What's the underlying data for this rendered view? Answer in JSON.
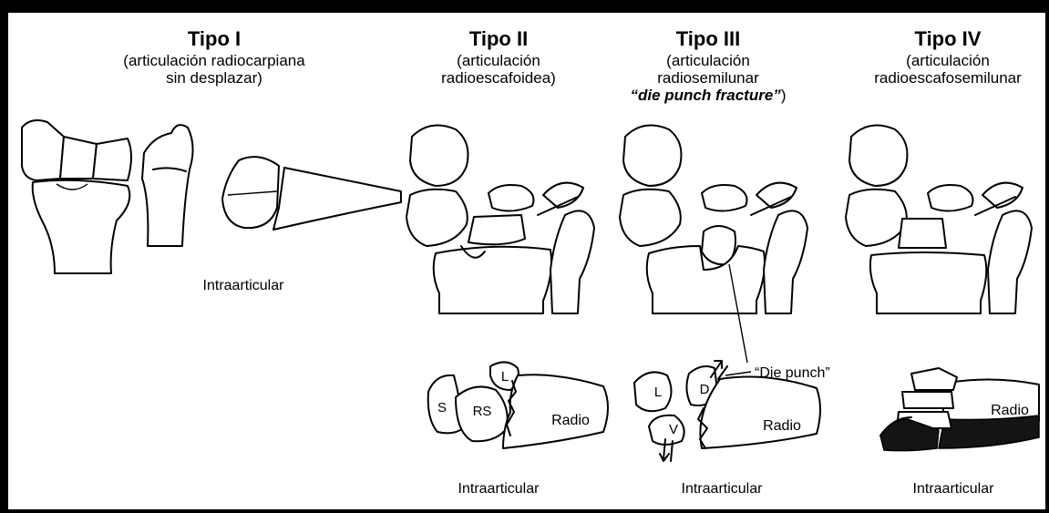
{
  "types": [
    {
      "title": "Tipo I",
      "subtitle_lines": [
        "(articulación radiocarpiana",
        "sin desplazar)"
      ],
      "caption": "Intraarticular"
    },
    {
      "title": "Tipo II",
      "subtitle_lines": [
        "(articulación",
        "radioescafoidea)"
      ],
      "caption": "Intraarticular",
      "lateral_labels": [
        "L",
        "S",
        "RS",
        "Radio"
      ]
    },
    {
      "title": "Tipo III",
      "subtitle_lines": [
        "(articulación",
        "radiosemilunar"
      ],
      "subtitle_italic": "“die punch fracture”",
      "subtitle_tail": ")",
      "caption": "Intraarticular",
      "lateral_labels": [
        "L",
        "D",
        "V",
        "Radio"
      ],
      "annotation": "“Die punch”"
    },
    {
      "title": "Tipo IV",
      "subtitle_lines": [
        "(articulación",
        "radioescafosemilunar"
      ],
      "caption": "Intraarticular",
      "lateral_labels": [
        "Radio"
      ]
    }
  ]
}
